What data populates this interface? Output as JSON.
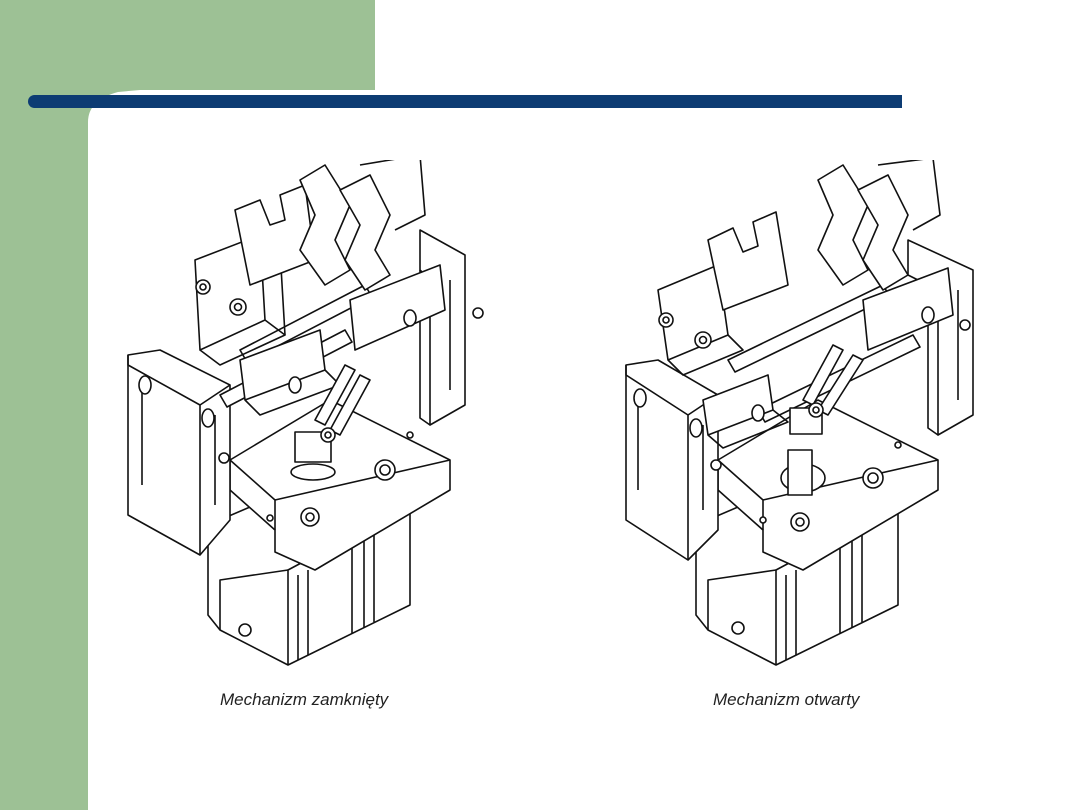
{
  "theme": {
    "sidebar_color": "#9dc195",
    "accent_line_color": "#0d3c73",
    "line_color": "#111111",
    "paper_color": "#ffffff"
  },
  "figures": [
    {
      "id": "closed",
      "caption": "Mechanizm zamknięty",
      "state": "closed"
    },
    {
      "id": "open",
      "caption": "Mechanizm otwarty",
      "state": "open"
    }
  ]
}
